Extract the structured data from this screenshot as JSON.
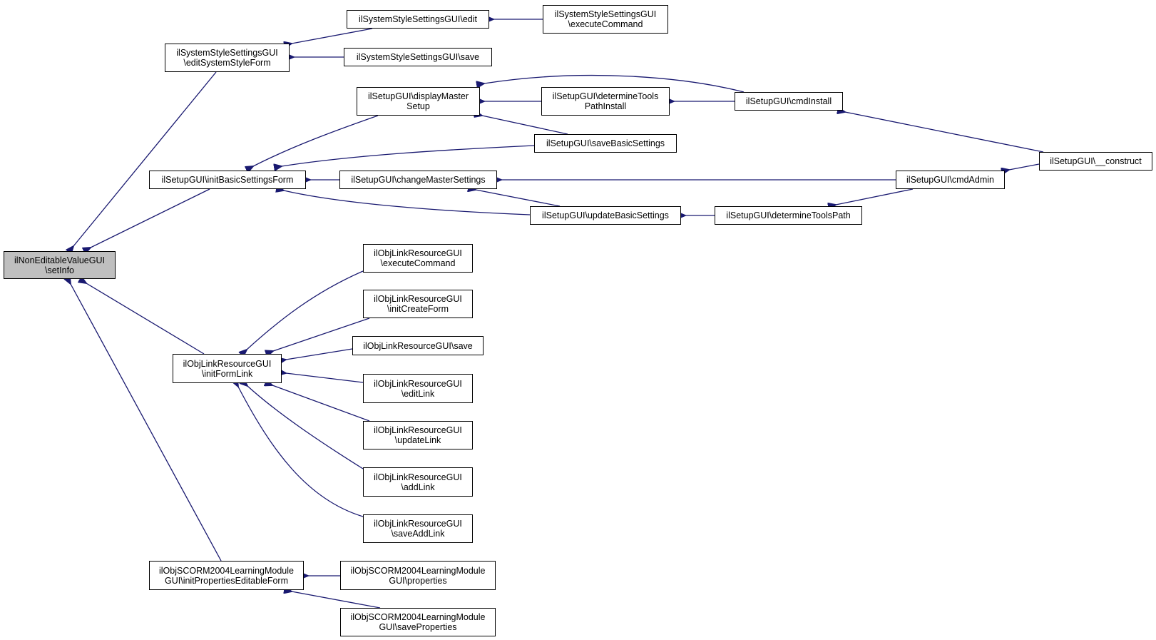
{
  "colors": {
    "edge": "#191970",
    "focus_fill": "#bfbfbf",
    "node_border": "#000000"
  },
  "nodes": {
    "root": "ilNonEditableValueGUI\n\\setInfo",
    "ssEditForm": "ilSystemStyleSettingsGUI\n\\editSystemStyleForm",
    "ssEdit": "ilSystemStyleSettingsGUI\\edit",
    "ssExec": "ilSystemStyleSettingsGUI\n\\executeCommand",
    "ssSave": "ilSystemStyleSettingsGUI\\save",
    "suDisplay": "ilSetupGUI\\displayMaster\nSetup",
    "suDetInstall": "ilSetupGUI\\determineTools\nPathInstall",
    "suCmdInstall": "ilSetupGUI\\cmdInstall",
    "suSaveBasic": "ilSetupGUI\\saveBasicSettings",
    "suConstruct": "ilSetupGUI\\__construct",
    "suInitBasic": "ilSetupGUI\\initBasicSettingsForm",
    "suChangeMaster": "ilSetupGUI\\changeMasterSettings",
    "suCmdAdmin": "ilSetupGUI\\cmdAdmin",
    "suUpdateBasic": "ilSetupGUI\\updateBasicSettings",
    "suDetPath": "ilSetupGUI\\determineToolsPath",
    "olExec": "ilObjLinkResourceGUI\n\\executeCommand",
    "olCreate": "ilObjLinkResourceGUI\n\\initCreateForm",
    "olSave": "ilObjLinkResourceGUI\\save",
    "olInitForm": "ilObjLinkResourceGUI\n\\initFormLink",
    "olEdit": "ilObjLinkResourceGUI\n\\editLink",
    "olUpdate": "ilObjLinkResourceGUI\n\\updateLink",
    "olAdd": "ilObjLinkResourceGUI\n\\addLink",
    "olSaveAdd": "ilObjLinkResourceGUI\n\\saveAddLink",
    "scInit": "ilObjSCORM2004LearningModule\nGUI\\initPropertiesEditableForm",
    "scProps": "ilObjSCORM2004LearningModule\nGUI\\properties",
    "scSave": "ilObjSCORM2004LearningModule\nGUI\\saveProperties"
  }
}
